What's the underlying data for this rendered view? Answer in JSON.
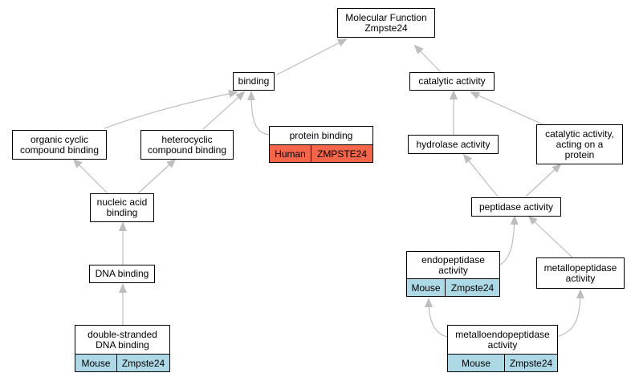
{
  "colors": {
    "edge": "#bdbdbd",
    "mouse_annotation": "#add8e6",
    "human_annotation": "#f4654a"
  },
  "nodes": {
    "root": {
      "label": "Molecular Function\nZmpste24"
    },
    "binding": {
      "label": "binding"
    },
    "catalytic": {
      "label": "catalytic activity"
    },
    "organic": {
      "label": "organic cyclic\ncompound binding"
    },
    "heterocyclic": {
      "label": "heterocyclic\ncompound binding"
    },
    "protein_binding": {
      "label": "protein binding",
      "species": "Human",
      "gene": "ZMPSTE24"
    },
    "hydrolase": {
      "label": "hydrolase activity"
    },
    "cat_protein": {
      "label": "catalytic activity,\nacting on a\nprotein"
    },
    "nucleic": {
      "label": "nucleic acid\nbinding"
    },
    "peptidase": {
      "label": "peptidase activity"
    },
    "dna_binding": {
      "label": "DNA binding"
    },
    "endopeptidase": {
      "label": "endopeptidase\nactivity",
      "species": "Mouse",
      "gene": "Zmpste24"
    },
    "metallopeptidase": {
      "label": "metallopeptidase\nactivity"
    },
    "ds_dna": {
      "label": "double-stranded\nDNA binding",
      "species": "Mouse",
      "gene": "Zmpste24"
    },
    "metalloendo": {
      "label": "metalloendopeptidase\nactivity",
      "species": "Mouse",
      "gene": "Zmpste24"
    }
  }
}
